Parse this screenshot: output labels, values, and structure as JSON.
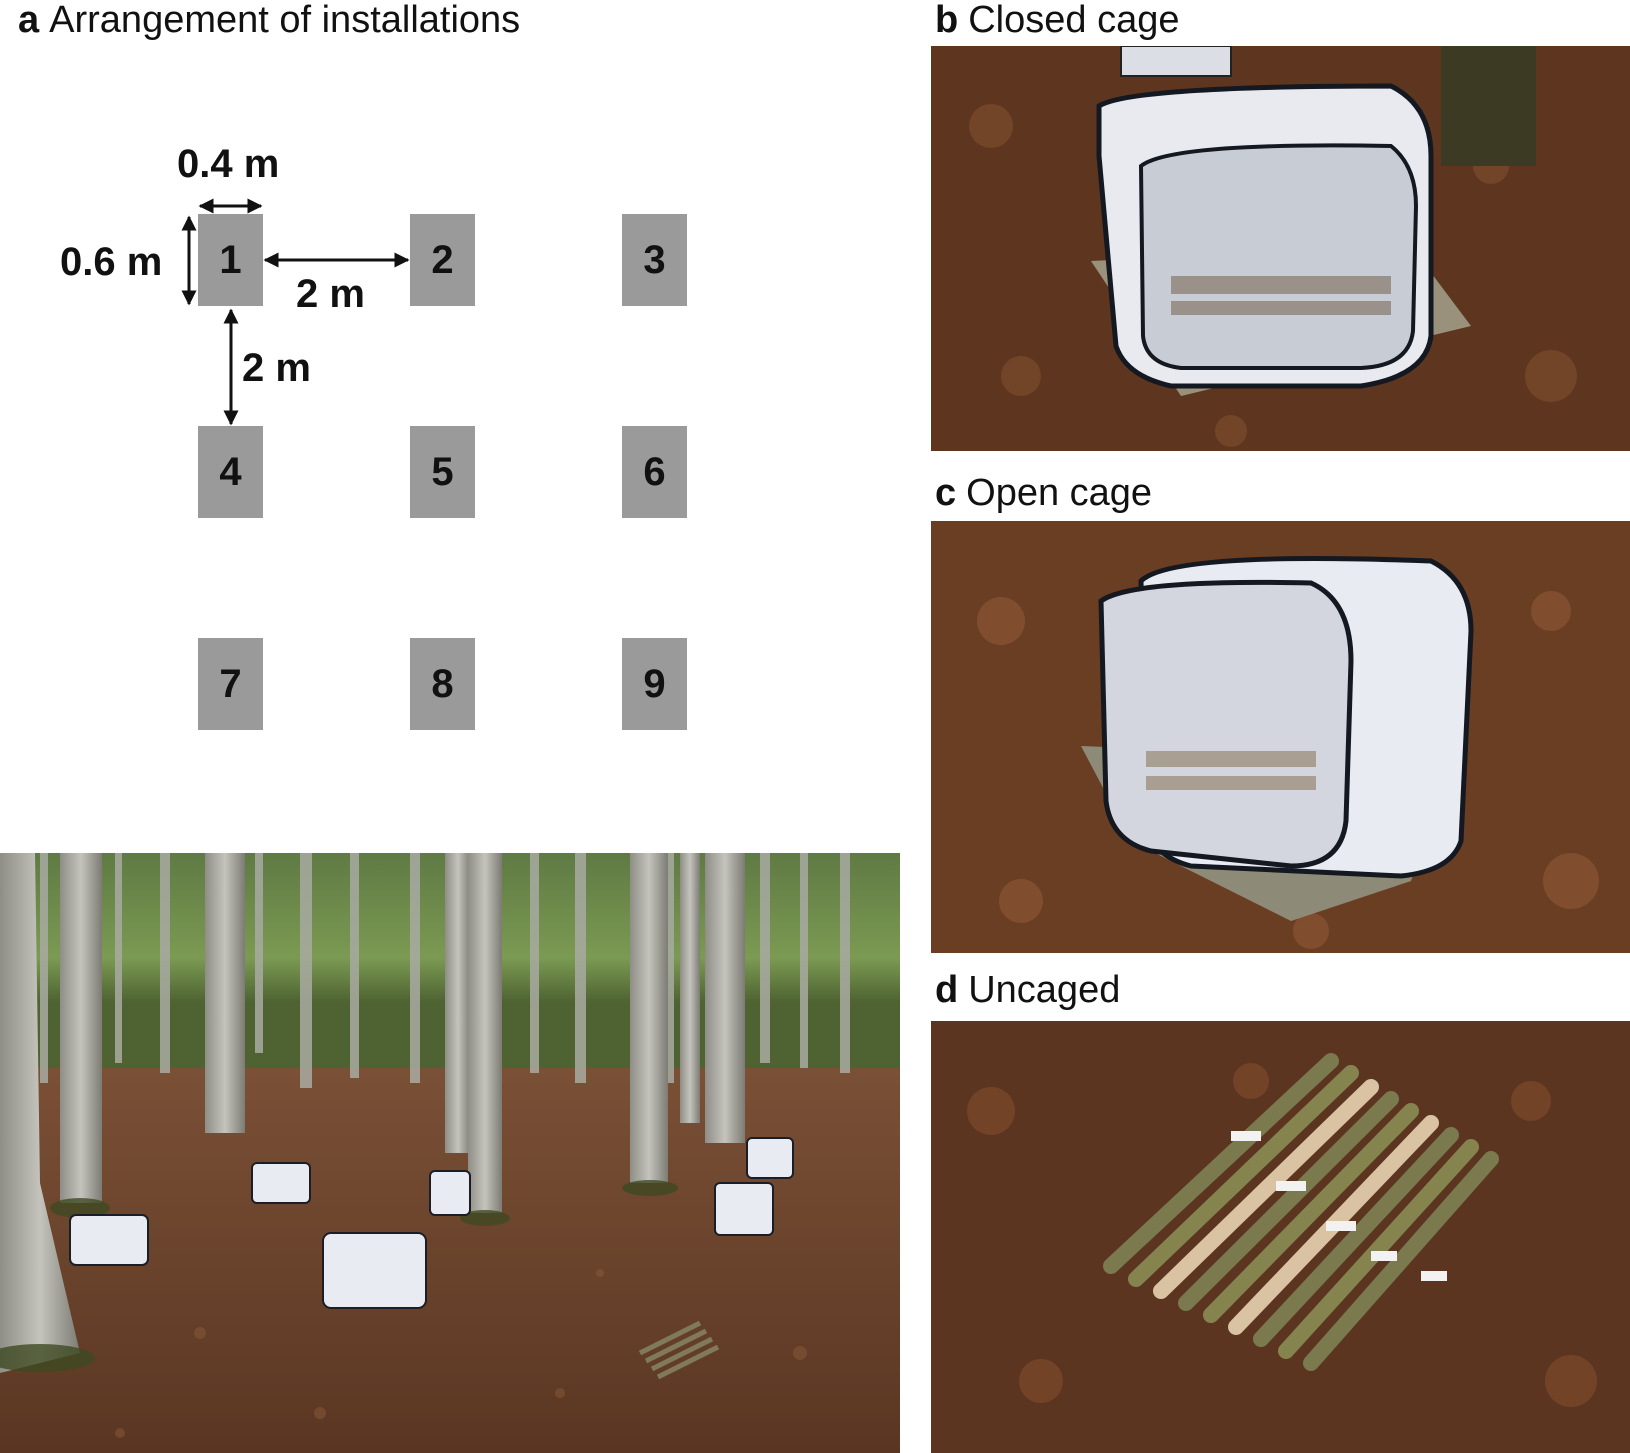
{
  "panels": {
    "a": {
      "letter": "a",
      "title": "Arrangement of installations"
    },
    "b": {
      "letter": "b",
      "title": "Closed cage"
    },
    "c": {
      "letter": "c",
      "title": "Open cage"
    },
    "d": {
      "letter": "d",
      "title": "Uncaged"
    }
  },
  "diagram": {
    "cells": [
      "1",
      "2",
      "3",
      "4",
      "5",
      "6",
      "7",
      "8",
      "9"
    ],
    "dims": {
      "width": "0.4 m",
      "height": "0.6 m",
      "spacing_x": "2 m",
      "spacing_y": "2 m"
    }
  },
  "colors": {
    "cell": "#9a9a9a",
    "leaf_litter": "#6b3e22",
    "cage_mesh": "#e9ebf0",
    "cage_edge": "#141820",
    "forest": "#6e8e3e"
  }
}
